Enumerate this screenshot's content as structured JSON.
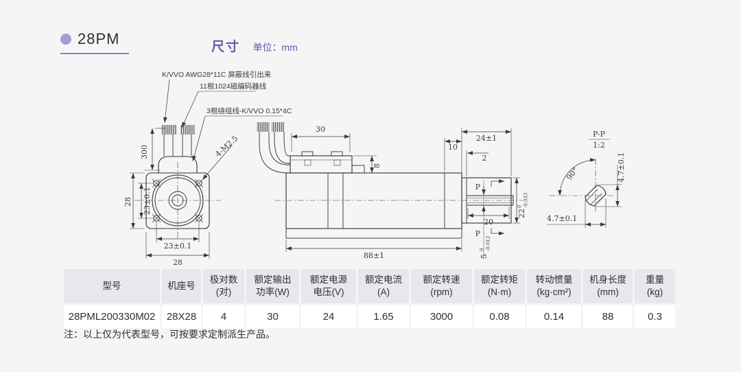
{
  "header": {
    "title": "28PM",
    "section": "尺寸",
    "unit": "单位：mm",
    "accent_color": "#6a58a6",
    "bullet_color": "#a89dd0",
    "underline_color": "#8d81bf"
  },
  "drawing": {
    "callouts": {
      "shield": "K/VVO AWG28*11C   屏蔽线引出来",
      "encoder": "11根1024磁编码器线",
      "winding": "3根绕组线-K/VVO 0.15*4C"
    },
    "front": {
      "wire_length": "300",
      "flange_width_left": "28",
      "hole_spacing_v": "23±0.1",
      "hole_spacing_h": "23±0.1",
      "flange_width_bottom": "28",
      "mount_holes": "4-M2.5"
    },
    "side": {
      "encoder_length": "30",
      "encoder_height": "8",
      "body_length": "88±1",
      "rear_step": "10",
      "boss_length": "24±1",
      "lip": "2",
      "shaft_length": "20",
      "section_mark_top": "P",
      "section_mark_bottom": "P",
      "boss_dia": "22",
      "boss_dia_tol_upper": "0",
      "boss_dia_tol_lower": "-0.033",
      "shaft_dia": "5",
      "shaft_dia_tol_upper": "0",
      "shaft_dia_tol_lower": "-0.012"
    },
    "section": {
      "label": "P-P",
      "scale": "1:2",
      "angle": "90°",
      "across_flats_v": "4.7±0.1",
      "across_flats_h": "4.7±0.1"
    }
  },
  "table": {
    "columns": [
      {
        "line1": "型号",
        "line2": ""
      },
      {
        "line1": "机座号",
        "line2": ""
      },
      {
        "line1": "极对数",
        "line2": "(对)"
      },
      {
        "line1": "额定输出",
        "line2": "功率(W)"
      },
      {
        "line1": "额定电源",
        "line2": "电压(V)"
      },
      {
        "line1": "额定电流",
        "line2": "(A)"
      },
      {
        "line1": "额定转速",
        "line2": "(rpm)"
      },
      {
        "line1": "额定转矩",
        "line2": "(N·m)"
      },
      {
        "line1": "转动惯量",
        "line2": "(kg·cm²)"
      },
      {
        "line1": "机身长度",
        "line2": "(mm)"
      },
      {
        "line1": "重量",
        "line2": "(kg)"
      }
    ],
    "row": [
      "28PML200330M02",
      "28X28",
      "4",
      "30",
      "24",
      "1.65",
      "3000",
      "0.08",
      "0.14",
      "88",
      "0.3"
    ]
  },
  "note": "注：以上仅为代表型号，可按要求定制派生产品。"
}
